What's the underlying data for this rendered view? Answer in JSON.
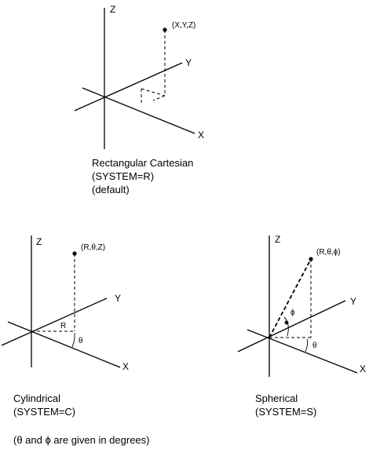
{
  "rect": {
    "z_label": "Z",
    "y_label": "Y",
    "x_label": "X",
    "point_label": "(X,Y,Z)",
    "caption": [
      "Rectangular Cartesian",
      "(SYSTEM=R)",
      "(default)"
    ]
  },
  "cyl": {
    "z_label": "Z",
    "y_label": "Y",
    "x_label": "X",
    "point_label": "(R,θ,Z)",
    "r_label": "R",
    "theta_label": "θ",
    "caption": [
      "Cylindrical",
      "(SYSTEM=C)"
    ]
  },
  "sph": {
    "z_label": "Z",
    "y_label": "Y",
    "x_label": "X",
    "point_label": "(R,θ,ϕ)",
    "phi_label": "ϕ",
    "theta_label": "θ",
    "caption": [
      "Spherical",
      "(SYSTEM=S)"
    ]
  },
  "note": "(θ and ϕ are given in degrees)"
}
